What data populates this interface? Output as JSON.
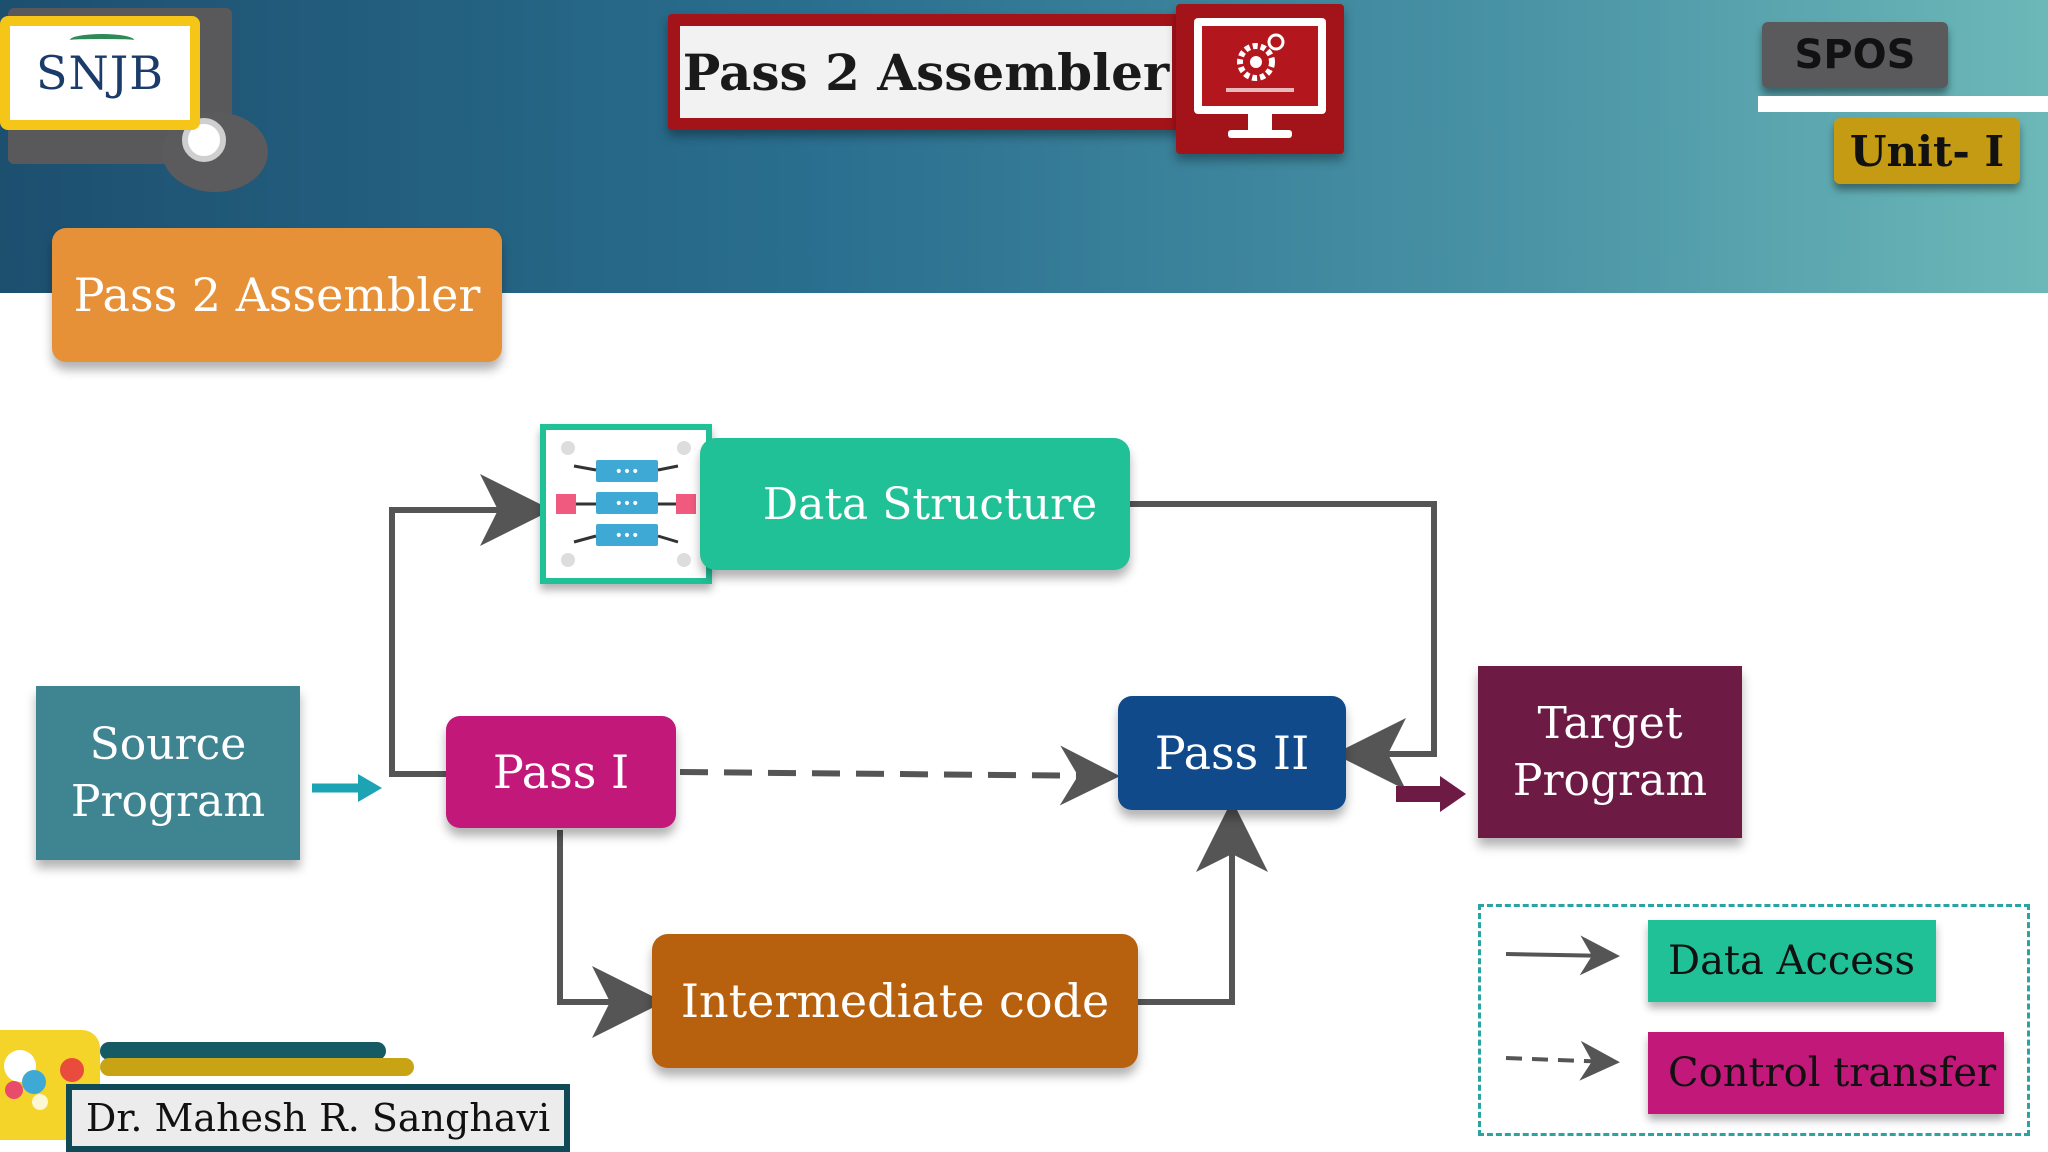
{
  "header": {
    "logo_text": "SNJB",
    "title": "Pass 2 Assembler",
    "badge_subject": "SPOS",
    "badge_unit": "Unit- I"
  },
  "section_title": "Pass 2 Assembler",
  "diagram": {
    "nodes": {
      "source_line1": "Source",
      "source_line2": "Program",
      "pass1": "Pass I",
      "pass2": "Pass II",
      "target_line1": "Target",
      "target_line2": "Program",
      "data_structure": "Data Structure",
      "intermediate_code": "Intermediate code"
    },
    "legend": {
      "data_access": "Data Access",
      "control_transfer": "Control transfer"
    }
  },
  "footer": {
    "author": "Dr. Mahesh R. Sanghavi"
  },
  "colors": {
    "header_gradient_start": "#1d4f6f",
    "header_gradient_end": "#6cb8b8",
    "title_frame": "#a3141a",
    "section_badge": "#e69138",
    "source": "#3f8491",
    "pass1": "#c2187a",
    "pass2": "#114a8b",
    "target": "#6d1a45",
    "data_structure": "#20c197",
    "intermediate_code": "#b7600d",
    "arrow": "#555555"
  }
}
